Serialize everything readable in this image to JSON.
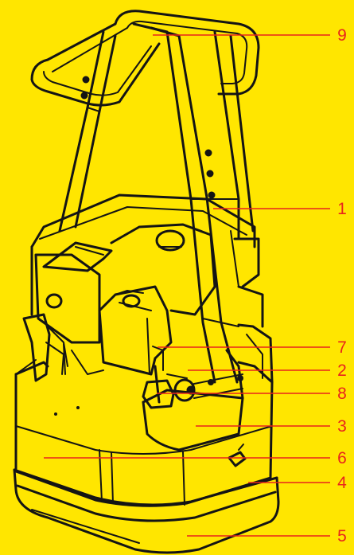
{
  "colors": {
    "background": "#ffe600",
    "callout": "#e8231c",
    "outline": "#141414"
  },
  "callouts": [
    {
      "id": "c9",
      "label": "9"
    },
    {
      "id": "c1",
      "label": "1"
    },
    {
      "id": "c7",
      "label": "7"
    },
    {
      "id": "c2",
      "label": "2"
    },
    {
      "id": "c8",
      "label": "8"
    },
    {
      "id": "c3",
      "label": "3"
    },
    {
      "id": "c6",
      "label": "6"
    },
    {
      "id": "c4",
      "label": "4"
    },
    {
      "id": "c5",
      "label": "5"
    }
  ]
}
